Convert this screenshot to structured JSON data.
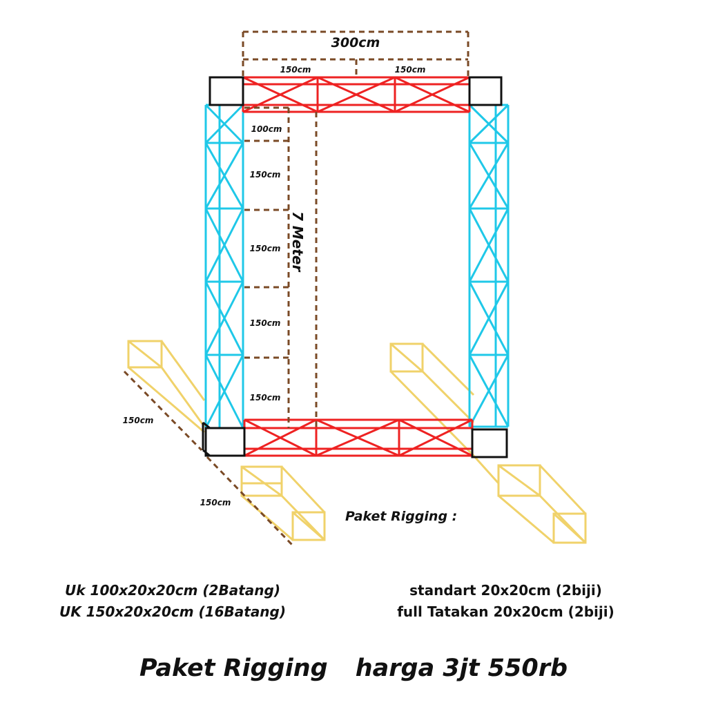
{
  "labels": {
    "width_total": "300cm",
    "top_left": "150cm",
    "top_right": "150cm",
    "height_total": "7 Meter",
    "seg1": "100cm",
    "seg2": "150cm",
    "seg3": "150cm",
    "seg4": "150cm",
    "seg5": "150cm",
    "base_upper": "150cm",
    "base_lower": "150cm",
    "package_heading": "Paket Rigging :"
  },
  "specs": {
    "left": [
      "Uk 100x20x20cm (2Batang)",
      "UK 150x20x20cm (16Batang)"
    ],
    "right": [
      "standart 20x20cm (2biji)",
      "full Tatakan 20x20cm (2biji)"
    ]
  },
  "price": {
    "name": "Paket Rigging",
    "value": "harga 3jt 550rb"
  },
  "colors": {
    "column_truss": "#1fc8e8",
    "beam_truss": "#ee2222",
    "base_truss": "#f0d26a",
    "dimension_line": "#7a4a26",
    "corner_block": "#111111"
  }
}
